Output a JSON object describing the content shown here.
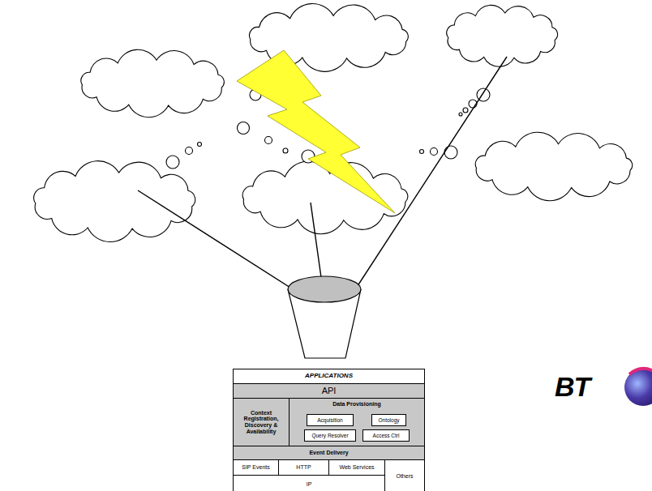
{
  "diagram": {
    "nodes": [
      {
        "text": [
          "APPLICATIONS"
        ]
      },
      {
        "text": [
          "API"
        ]
      },
      {
        "text": [
          "Context Registration, Discovery & Availability"
        ]
      },
      {
        "text": [
          "Data Provisioning"
        ]
      },
      {
        "text": [
          "Acquisition"
        ],
        "in": 3
      },
      {
        "text": [
          "Ontology"
        ],
        "in": 3
      },
      {
        "text": [
          "Query Resolver"
        ],
        "in": 3
      },
      {
        "text": [
          "Access Ctrl"
        ],
        "in": 3
      },
      {
        "text": [
          "Event Delivery"
        ]
      },
      {
        "text": [
          "SIP Events"
        ]
      },
      {
        "text": [
          "HTTP"
        ]
      },
      {
        "text": [
          "Web Services"
        ]
      },
      {
        "text": [
          "Others"
        ]
      },
      {
        "text": [
          "IP"
        ]
      }
    ],
    "labels": [
      "BT"
    ]
  }
}
